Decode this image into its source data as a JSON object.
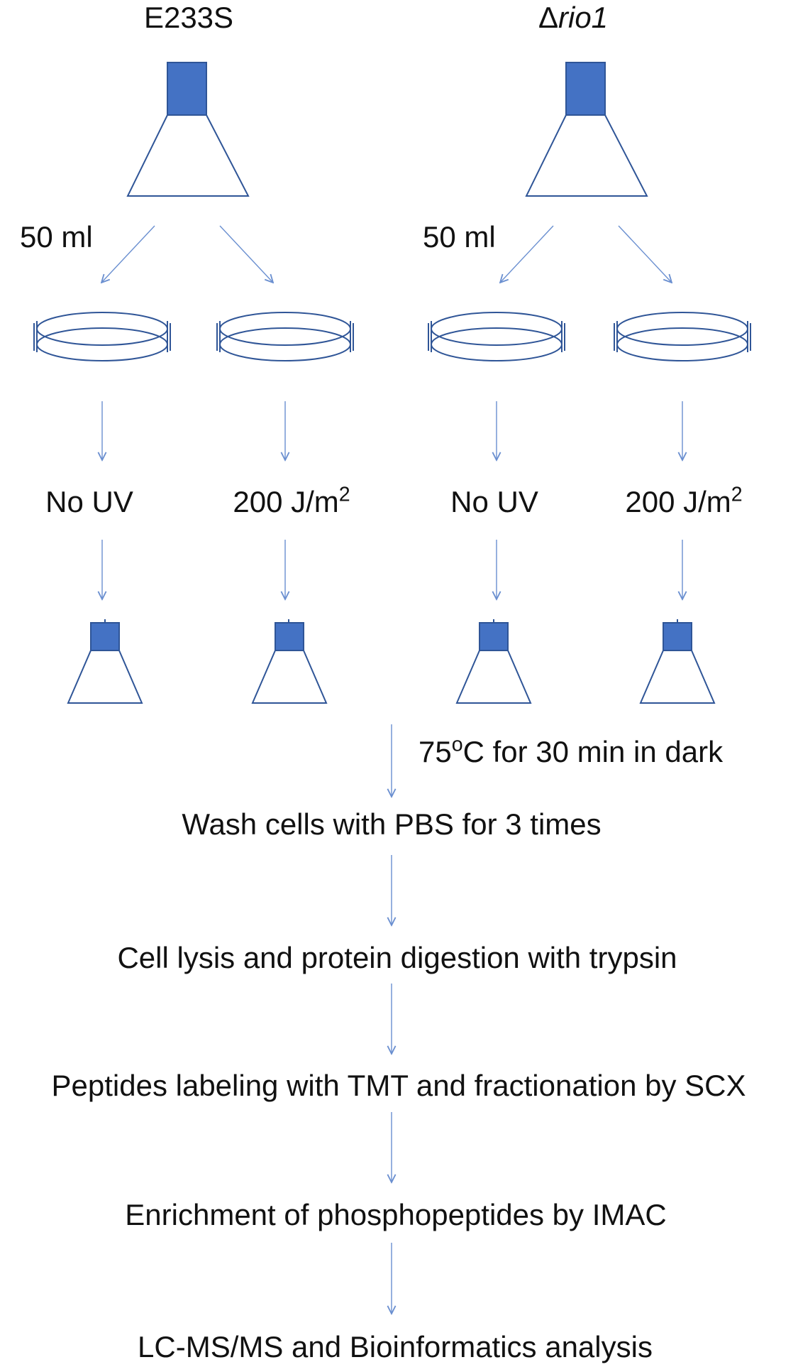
{
  "colors": {
    "flask_fill": "#4472C4",
    "line": "#2F5597",
    "arrow": "#6A8FD0",
    "text": "#111111"
  },
  "strains": [
    {
      "label": "E233S"
    },
    {
      "label_symbol": "Δ",
      "label_italic": "rio1"
    }
  ],
  "volume_labels": [
    "50 ml",
    "50 ml"
  ],
  "treatments": [
    {
      "text": "No UV"
    },
    {
      "text": "200 J/m",
      "sup": "2"
    },
    {
      "text": "No UV"
    },
    {
      "text": "200 J/m",
      "sup": "2"
    }
  ],
  "incubation": {
    "text_prefix": "75",
    "sup": "o",
    "text_suffix": "C for 30 min in dark"
  },
  "steps": [
    "Wash cells with PBS for 3 times",
    "Cell lysis and protein digestion with trypsin",
    "Peptides labeling with TMT and fractionation by SCX",
    "Enrichment of phosphopeptides by IMAC",
    "LC-MS/MS and Bioinformatics analysis"
  ]
}
